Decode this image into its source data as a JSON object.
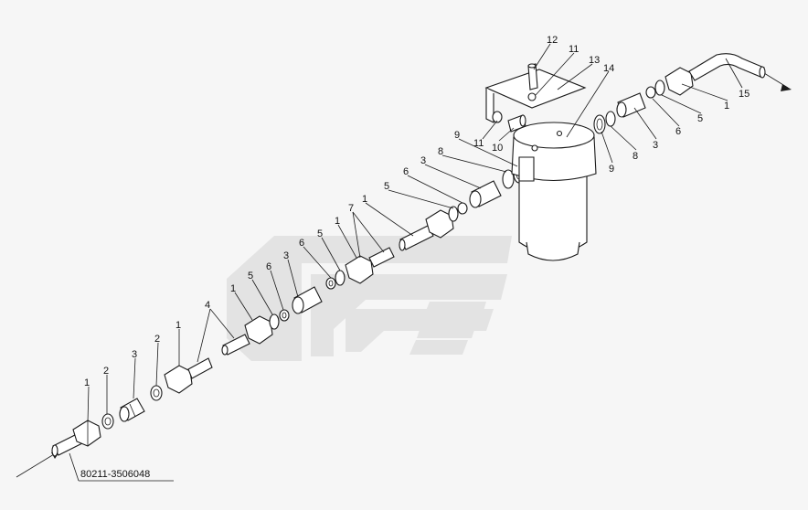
{
  "doc_number": "80211-3506048",
  "callouts": [
    "1",
    "2",
    "3",
    "2",
    "1",
    "4",
    "1",
    "5",
    "6",
    "3",
    "6",
    "5",
    "1",
    "7",
    "1",
    "5",
    "6",
    "3",
    "8",
    "9",
    "11",
    "10",
    "11",
    "12",
    "13",
    "14",
    "9",
    "8",
    "3",
    "6",
    "5",
    "1",
    "15"
  ],
  "colors": {
    "line": "#1a1a1a",
    "watermark": "#e3e3e3",
    "background": "#f6f6f6"
  },
  "icons": [
    "flow-in-arrow-icon",
    "flow-out-arrow-icon",
    "watermark-logo"
  ]
}
